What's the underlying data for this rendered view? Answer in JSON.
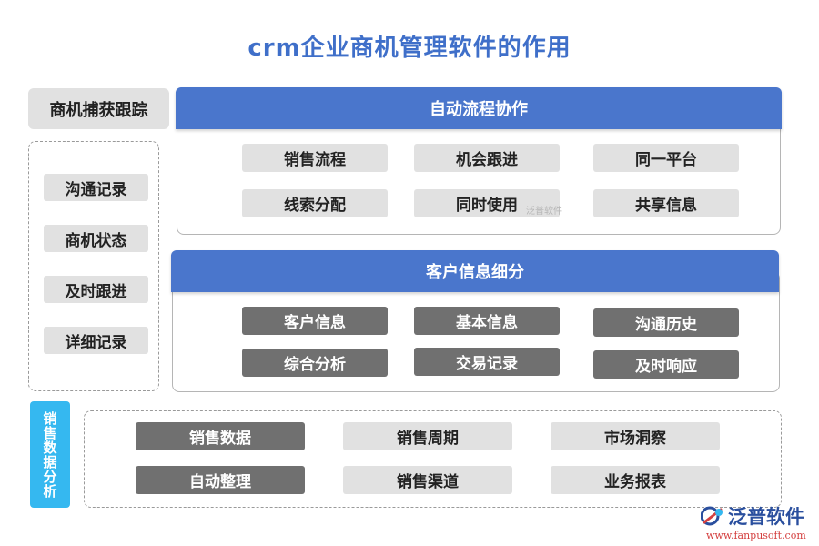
{
  "title": "crm企业商机管理软件的作用",
  "left": {
    "header": "商机捕获跟踪",
    "items": [
      "沟通记录",
      "商机状态",
      "及时跟进",
      "详细记录"
    ]
  },
  "panel1": {
    "header": "自动流程协作",
    "items": [
      "销售流程",
      "机会跟进",
      "同一平台",
      "线索分配",
      "同时使用",
      "共享信息"
    ]
  },
  "panel2": {
    "header": "客户信息细分",
    "items": [
      "客户信息",
      "基本信息",
      "沟通历史",
      "综合分析",
      "交易记录",
      "及时响应"
    ]
  },
  "bottom": {
    "label": "销售数据分析",
    "items": [
      "销售数据",
      "销售周期",
      "市场洞察",
      "自动整理",
      "销售渠道",
      "业务报表"
    ]
  },
  "watermark": "泛普软件",
  "logo": {
    "name": "泛普软件",
    "url": "www.fanpusoft.com"
  },
  "colors": {
    "title": "#3f6fc9",
    "panel_header": "#4a76cc",
    "side_label": "#35b8f0",
    "light_pill": "#e1e1e1",
    "dark_pill": "#707070"
  }
}
